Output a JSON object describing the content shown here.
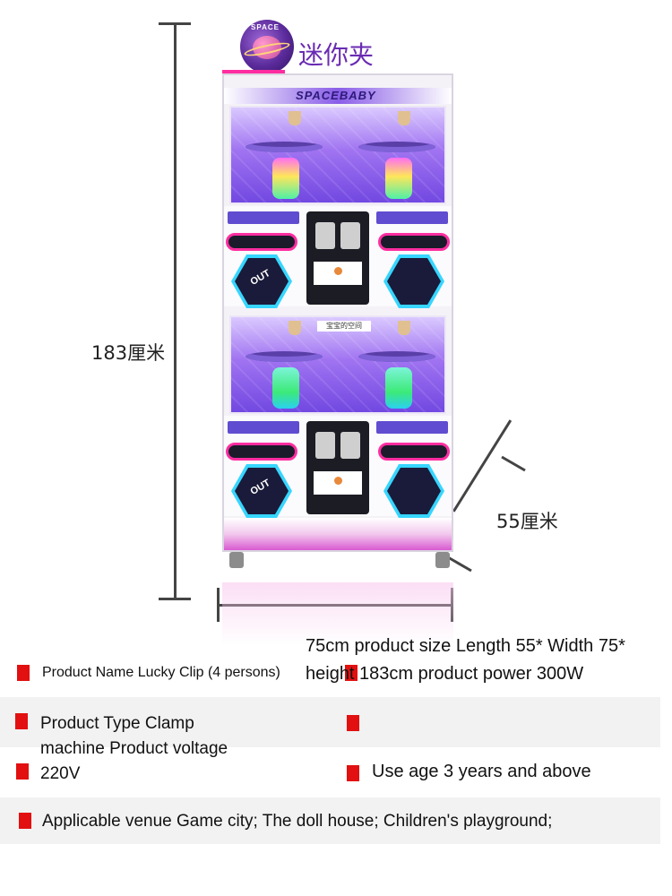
{
  "brand": {
    "logo_text": "SPACE",
    "name": "迷你夹"
  },
  "machine": {
    "marquee_text": "SPACEBABY",
    "cabinet_sign": "宝宝的空间",
    "exit_label": "OUT"
  },
  "dimensions": {
    "height_label": "183厘米",
    "depth_label": "55厘米"
  },
  "specs": {
    "name": "Product Name Lucky Clip (4 persons)",
    "size_power": "75cm product size Length 55* Width 75* height 183cm product power 300W",
    "type_voltage": "Product Type Clamp machine Product voltage 220V",
    "age": "Use age 3 years and above",
    "venue": "Applicable venue Game city; The doll house; Children's playground;"
  },
  "colors": {
    "accent": "#e21010",
    "brand_purple": "#6a2bb2",
    "neon_pink": "#ff2da0",
    "neon_blue": "#36d6ff"
  }
}
